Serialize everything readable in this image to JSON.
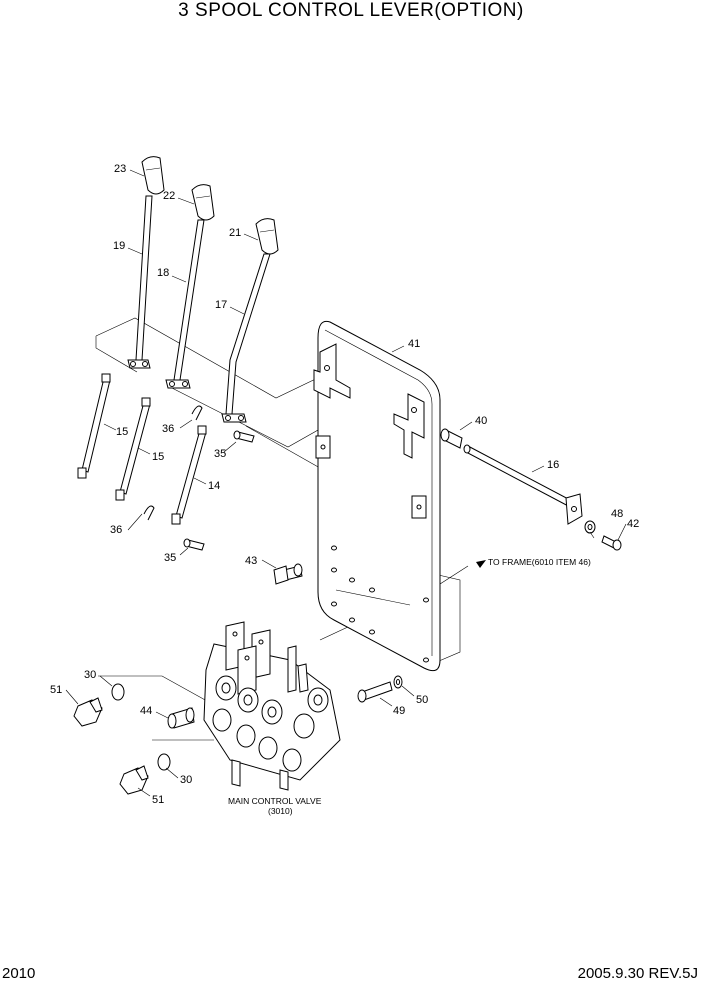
{
  "title": "3 SPOOL CONTROL LEVER(OPTION)",
  "footer": {
    "page": "2010",
    "date_rev": "2005.9.30  REV.5J"
  },
  "notes": {
    "to_frame": "TO FRAME(6010 ITEM 46)",
    "valve_name": "MAIN CONTROL VALVE",
    "valve_ref": "(3010)"
  },
  "callouts": {
    "c23": "23",
    "c22": "22",
    "c21": "21",
    "c19": "19",
    "c18": "18",
    "c17": "17",
    "c41": "41",
    "c40": "40",
    "c16": "16",
    "c15a": "15",
    "c15b": "15",
    "c14": "14",
    "c36a": "36",
    "c36b": "36",
    "c35a": "35",
    "c35b": "35",
    "c48": "48",
    "c42": "42",
    "c43": "43",
    "c30a": "30",
    "c30b": "30",
    "c51a": "51",
    "c51b": "51",
    "c44": "44",
    "c49": "49",
    "c50": "50"
  }
}
